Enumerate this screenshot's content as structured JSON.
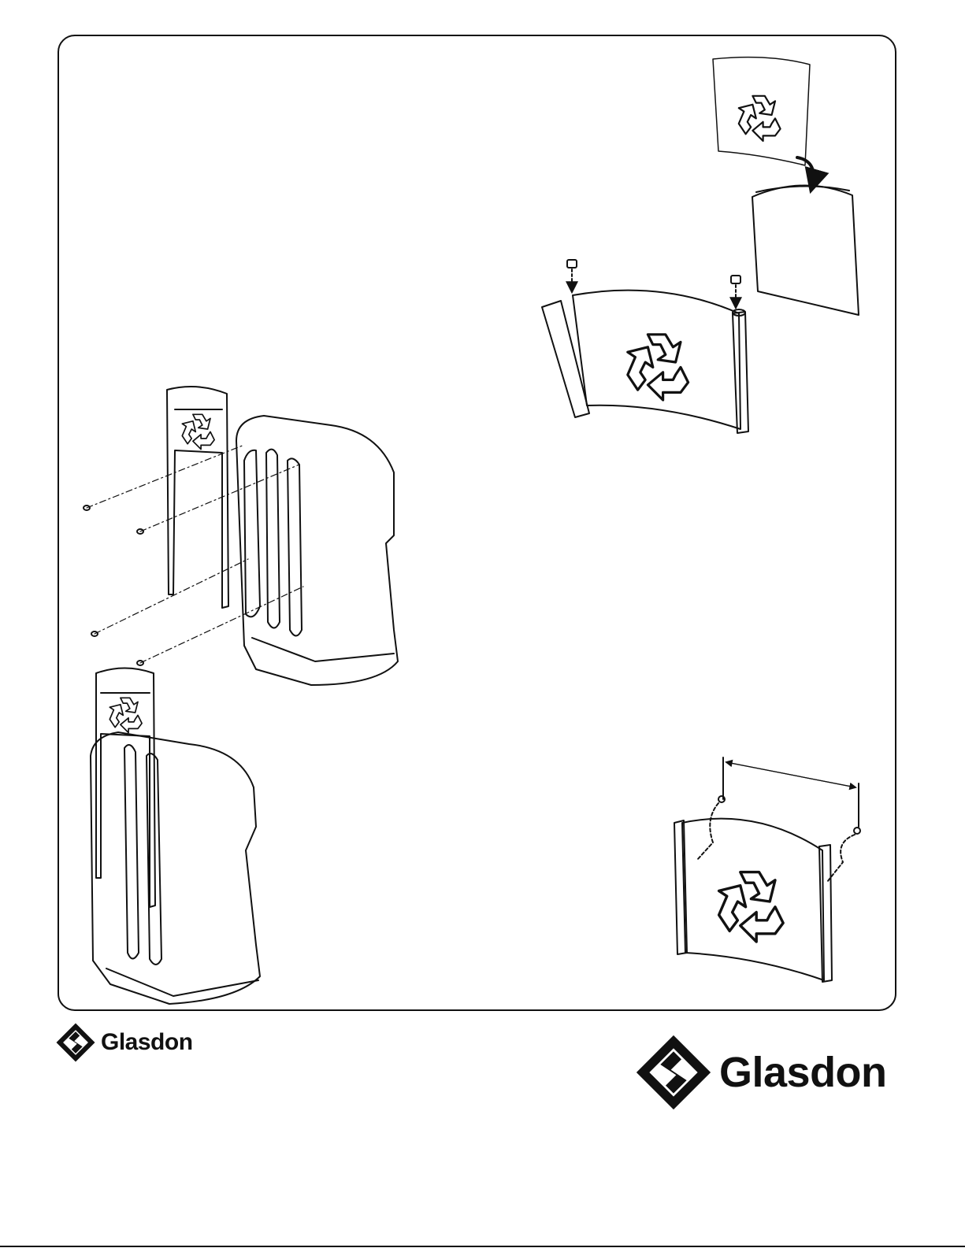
{
  "brand": {
    "name": "Glasdon",
    "logo_small": "glasdon-logo-icon",
    "logo_large": "glasdon-logo-icon"
  },
  "illustrations": {
    "sign_panel_insert": "sign-insert-drawing",
    "sign_panel_with_caps": "sign-panel-with-caps-drawing",
    "bin_exploded_mounting": "bin-exploded-mounting-drawing",
    "bin_assembled": "bin-assembled-drawing",
    "sign_panel_measurement": "sign-panel-measurement-drawing",
    "symbol": "recycle-icon"
  },
  "colors": {
    "line": "#111111",
    "background": "#ffffff"
  }
}
